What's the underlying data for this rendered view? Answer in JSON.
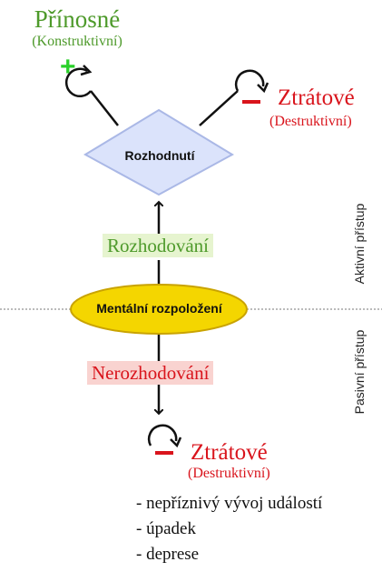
{
  "positive": {
    "title": "Přínosné",
    "subtitle": "(Konstruktivní)",
    "sign": "+"
  },
  "negative_top": {
    "title": "Ztrátové",
    "subtitle": "(Destruktivní)"
  },
  "negative_bottom": {
    "title": "Ztrátové",
    "subtitle": "(Destruktivní)"
  },
  "decision": {
    "label": "Rozhodnutí"
  },
  "deciding_label": "Rozhodování",
  "not_deciding_label": "Nerozhodování",
  "mental_state": {
    "label": "Mentální rozpoložení"
  },
  "side_labels": {
    "active": "Aktivní přístup",
    "passive": "Pasivní přístup"
  },
  "consequences": [
    "- nepříznivý vývoj událostí",
    "- úpadek",
    "- deprese"
  ],
  "colors": {
    "positive": "#4e9a2b",
    "negative": "#d9141c",
    "diamond_fill": "#dbe3fb",
    "diamond_stroke": "#aab8e6",
    "ellipse_fill": "#f4d600",
    "ellipse_stroke": "#c9a300"
  }
}
